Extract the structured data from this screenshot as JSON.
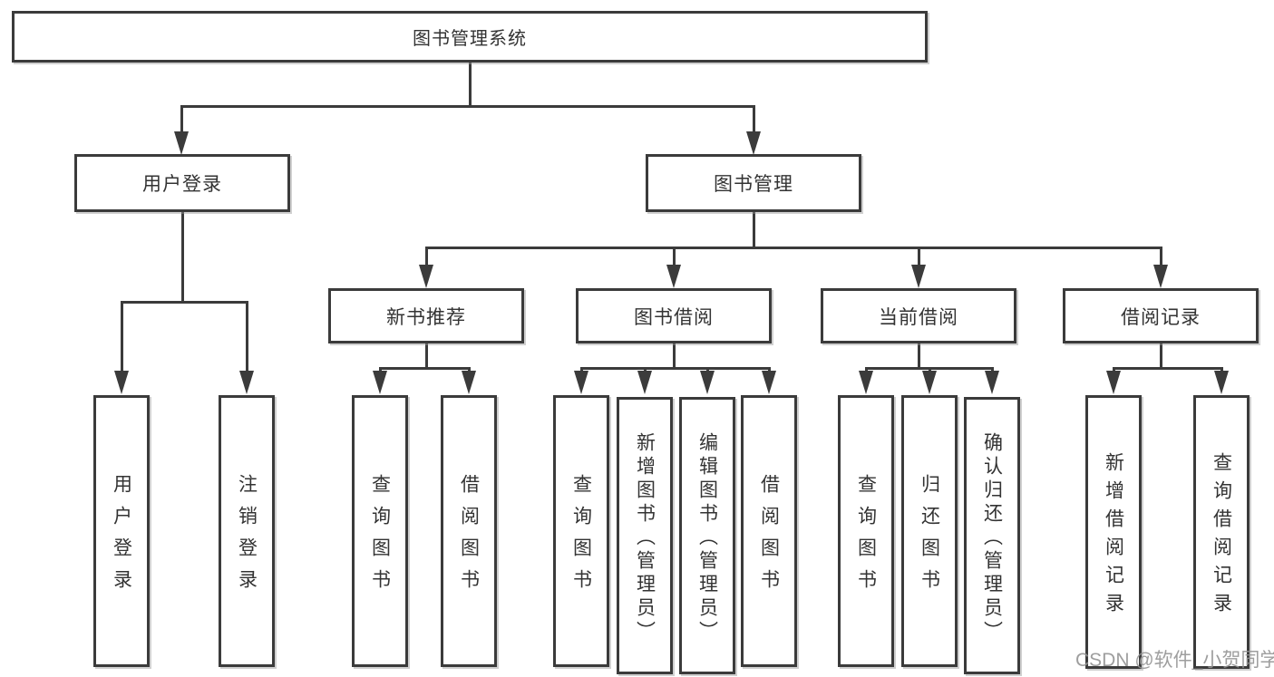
{
  "tree": {
    "label": "图书管理系统",
    "children": [
      {
        "label": "用户登录",
        "children": [
          {
            "label": "用户登录"
          },
          {
            "label": "注销登录"
          }
        ]
      },
      {
        "label": "图书管理",
        "children": [
          {
            "label": "新书推荐",
            "children": [
              {
                "label": "查询图书"
              },
              {
                "label": "借阅图书"
              }
            ]
          },
          {
            "label": "图书借阅",
            "children": [
              {
                "label": "查询图书"
              },
              {
                "label": "新增图书（管理员）"
              },
              {
                "label": "编辑图书（管理员）"
              },
              {
                "label": "借阅图书"
              }
            ]
          },
          {
            "label": "当前借阅",
            "children": [
              {
                "label": "查询图书"
              },
              {
                "label": "归还图书"
              },
              {
                "label": "确认归还（管理员）"
              }
            ]
          },
          {
            "label": "借阅记录",
            "children": [
              {
                "label": "新增借阅记录"
              },
              {
                "label": "查询借阅记录"
              }
            ]
          }
        ]
      }
    ]
  },
  "watermark": {
    "text": "CSDN @软件_小贺同学"
  },
  "colors": {
    "background": "#ffffff",
    "line": "#3b3b3b",
    "text": "#333333",
    "watermark": "#949494"
  }
}
